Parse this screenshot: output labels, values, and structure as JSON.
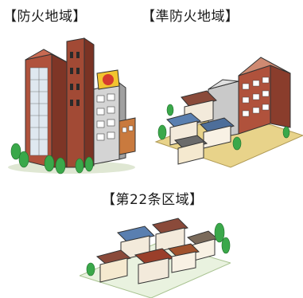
{
  "zones": {
    "fire_zone": {
      "label": "【防火地域】"
    },
    "quasi_fire_zone": {
      "label": "【準防火地域】"
    },
    "article22_zone": {
      "label": "【第22条区域】"
    }
  },
  "colors": {
    "brick": "#b0523c",
    "brick_dark": "#7e3526",
    "concrete": "#c9c9c9",
    "concrete_dark": "#9a9a9a",
    "tree": "#3aa84a",
    "ground": "#e8d38a",
    "roof_blue": "#5a7fb0",
    "roof_brown": "#8a4a3a",
    "wall": "#f3eadb"
  }
}
